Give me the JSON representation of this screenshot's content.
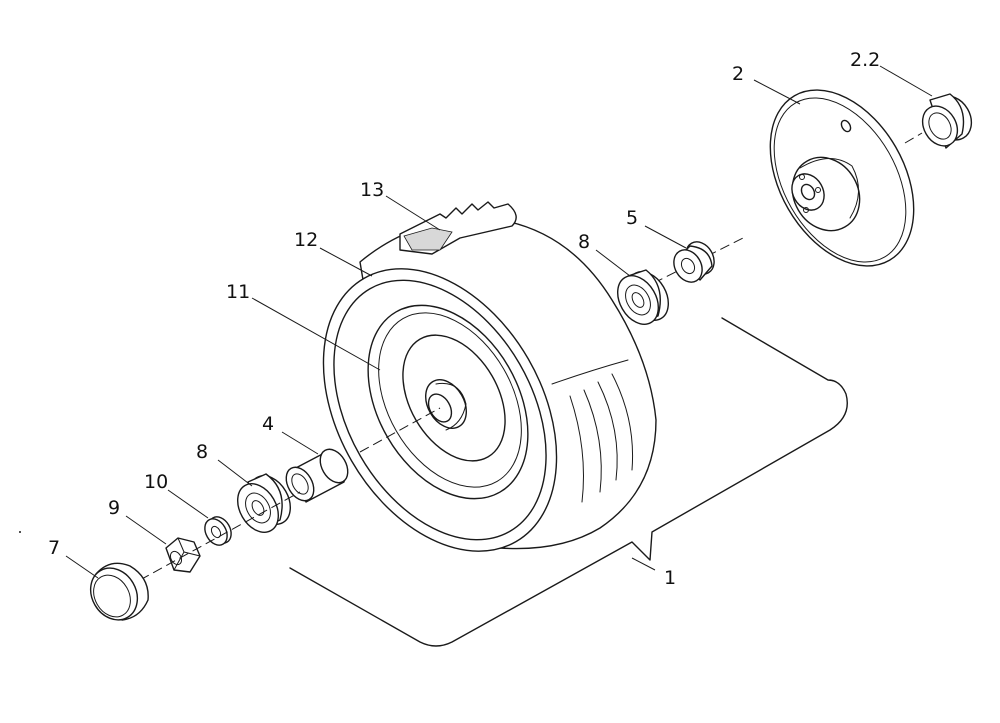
{
  "labels": {
    "l1": "1",
    "l2": "2",
    "l22": "2.2",
    "l4": "4",
    "l5": "5",
    "l7": "7",
    "l8a": "8",
    "l8b": "8",
    "l9": "9",
    "l10": "10",
    "l11": "11",
    "l12": "12",
    "l13": "13"
  }
}
